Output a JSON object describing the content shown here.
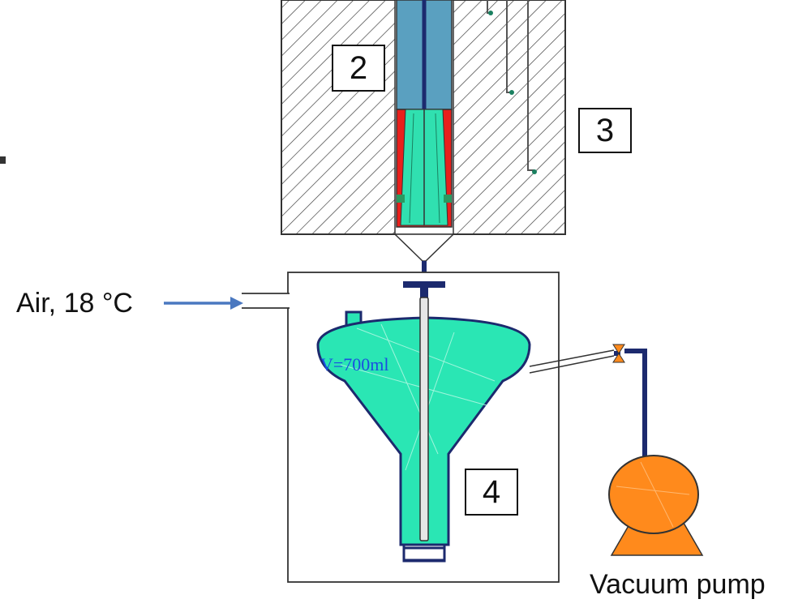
{
  "labels": {
    "box_2": "2",
    "box_3": "3",
    "box_4": "4",
    "air_inlet": "Air, 18 °C",
    "volume": "V=700ml",
    "vacuum_pump": "Vacuum pump"
  },
  "colors": {
    "hatch": "#333333",
    "rod_blue": "#5aa0c0",
    "sample_green": "#30e0b0",
    "heater_red": "#e8201c",
    "flask_green": "#2ae6b4",
    "pump_orange": "#ff8a1c",
    "pipe_navy": "#1c2a6e",
    "air_arrow": "#4a78c0",
    "volume_text": "#1a4fe0"
  }
}
